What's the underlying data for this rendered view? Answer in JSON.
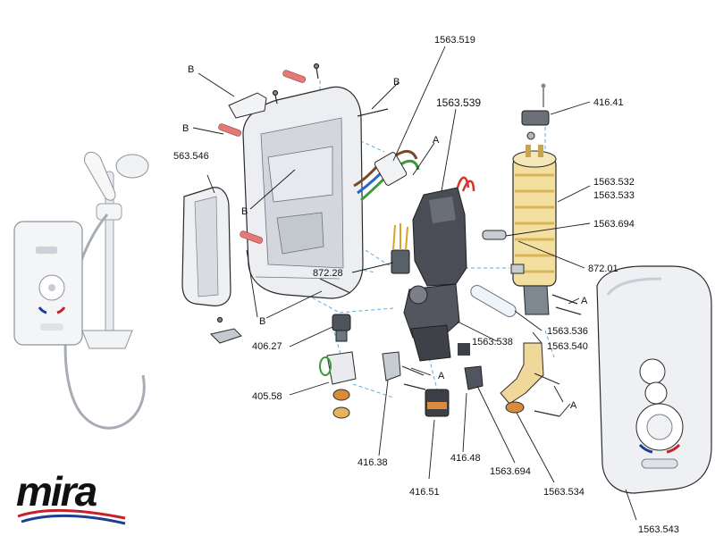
{
  "brand": {
    "name": "mira",
    "swoosh_colors": [
      "#c8202a",
      "#1c3f94"
    ]
  },
  "colors": {
    "outline": "#2a2a2a",
    "casing": "#eef0f3",
    "casing_shade": "#c9ced6",
    "heater": "#f3dfa0",
    "heater_shade": "#d9b45a",
    "dark_part": "#4a4d55",
    "leader_blue": "#5aaee0",
    "wire_red": "#d6332b",
    "wire_green": "#3a9b3a",
    "wire_blue": "#2b64c8",
    "wire_brown": "#7a4a26",
    "copper": "#d98a3a",
    "pink_pin": "#e47a78"
  },
  "labels": {
    "p1563_519": "1563.519",
    "b_top_left": "B",
    "b_top_right": "B",
    "b_mid_left": "B",
    "a_wires": "A",
    "p1563_539": "1563.539",
    "p416_41": "416.41",
    "p563_546": "563.546",
    "b_inside": "B",
    "p1563_532": "1563.532",
    "p1563_533": "1563.533",
    "p1563_694_top": "1563.694",
    "p872_28": "872.28",
    "p872_01": "872.01",
    "b_bottom": "B",
    "a_right_top": "A",
    "p1563_536": "1563.536",
    "p1563_540": "1563.540",
    "p406_27": "406.27",
    "p1563_538": "1563.538",
    "a_center": "A",
    "p405_58": "405.58",
    "a_right_bottom": "A",
    "p416_38": "416.38",
    "p416_48": "416.48",
    "p1563_694_bottom": "1563.694",
    "p416_51": "416.51",
    "p1563_534": "1563.534",
    "p1563_543": "1563.543"
  }
}
